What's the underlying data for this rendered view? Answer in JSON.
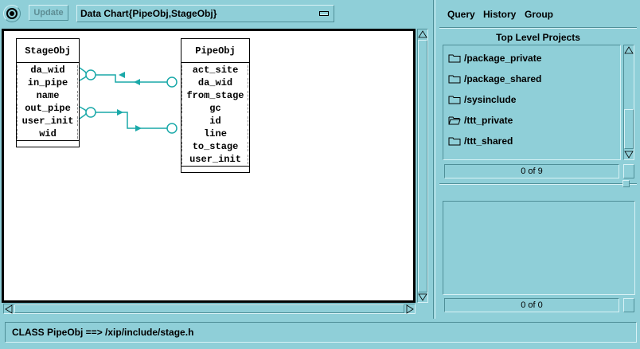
{
  "toolbar": {
    "update_label": "Update",
    "chart_select_value": "Data Chart{PipeObj,StageObj}"
  },
  "diagram": {
    "classes": [
      {
        "name": "StageObj",
        "attributes": [
          "da_wid",
          "in_pipe",
          "name",
          "out_pipe",
          "user_init",
          "wid"
        ]
      },
      {
        "name": "PipeObj",
        "attributes": [
          "act_site",
          "da_wid",
          "from_stage",
          "gc",
          "id",
          "line",
          "to_stage",
          "user_init"
        ]
      }
    ]
  },
  "right_panel": {
    "tabs": [
      "Query",
      "History",
      "Group"
    ],
    "projects_header": "Top Level Projects",
    "projects": [
      "/package_private",
      "/package_shared",
      "/sysinclude",
      "/ttt_private",
      "/ttt_shared"
    ],
    "projects_counter": "0 of 9",
    "lower_counter": "0 of 0"
  },
  "status": {
    "text": "CLASS  PipeObj ==> /xip/include/stage.h"
  },
  "colors": {
    "background": "#8fcfd8",
    "connector": "#1aa9a9"
  }
}
